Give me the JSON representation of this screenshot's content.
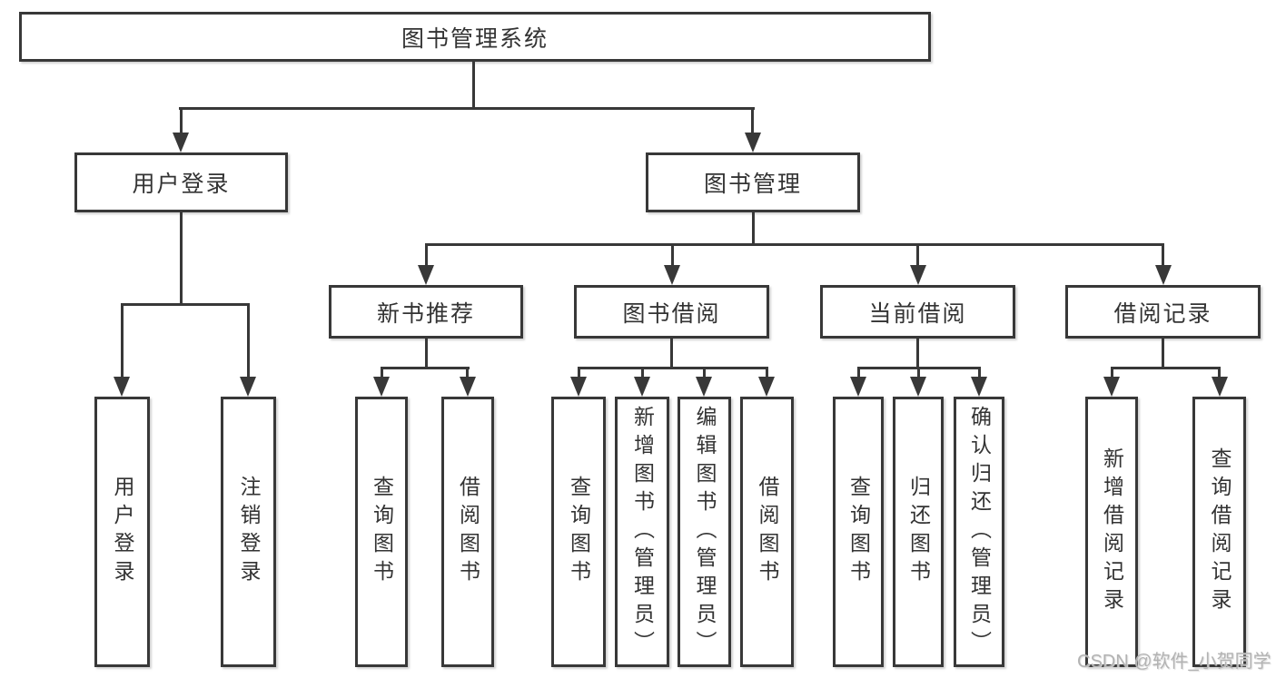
{
  "tree": {
    "root_label": "图书管理系统",
    "level2": [
      {
        "label": "用户登录"
      },
      {
        "label": "图书管理"
      }
    ],
    "user_branch_leaves": [
      {
        "label": "用户登录"
      },
      {
        "label": "注销登录"
      }
    ],
    "book_branches": [
      {
        "label": "新书推荐",
        "leaves": [
          {
            "label": "查询图书"
          },
          {
            "label": "借阅图书"
          }
        ]
      },
      {
        "label": "图书借阅",
        "leaves": [
          {
            "label": "查询图书"
          },
          {
            "label": "新增图书（管理员）"
          },
          {
            "label": "编辑图书（管理员）"
          },
          {
            "label": "借阅图书"
          }
        ]
      },
      {
        "label": "当前借阅",
        "leaves": [
          {
            "label": "查询图书"
          },
          {
            "label": "归还图书"
          },
          {
            "label": "确认归还（管理员）"
          }
        ]
      },
      {
        "label": "借阅记录",
        "leaves": [
          {
            "label": "新增借阅记录"
          },
          {
            "label": "查询借阅记录"
          }
        ]
      }
    ]
  },
  "watermark": {
    "text": "CSDN @软件_小贺同学"
  },
  "colors": {
    "background": "#ffffff",
    "line": "#383838",
    "box_border": "#383838",
    "text": "#333333",
    "watermark": "#b3b3b3"
  }
}
